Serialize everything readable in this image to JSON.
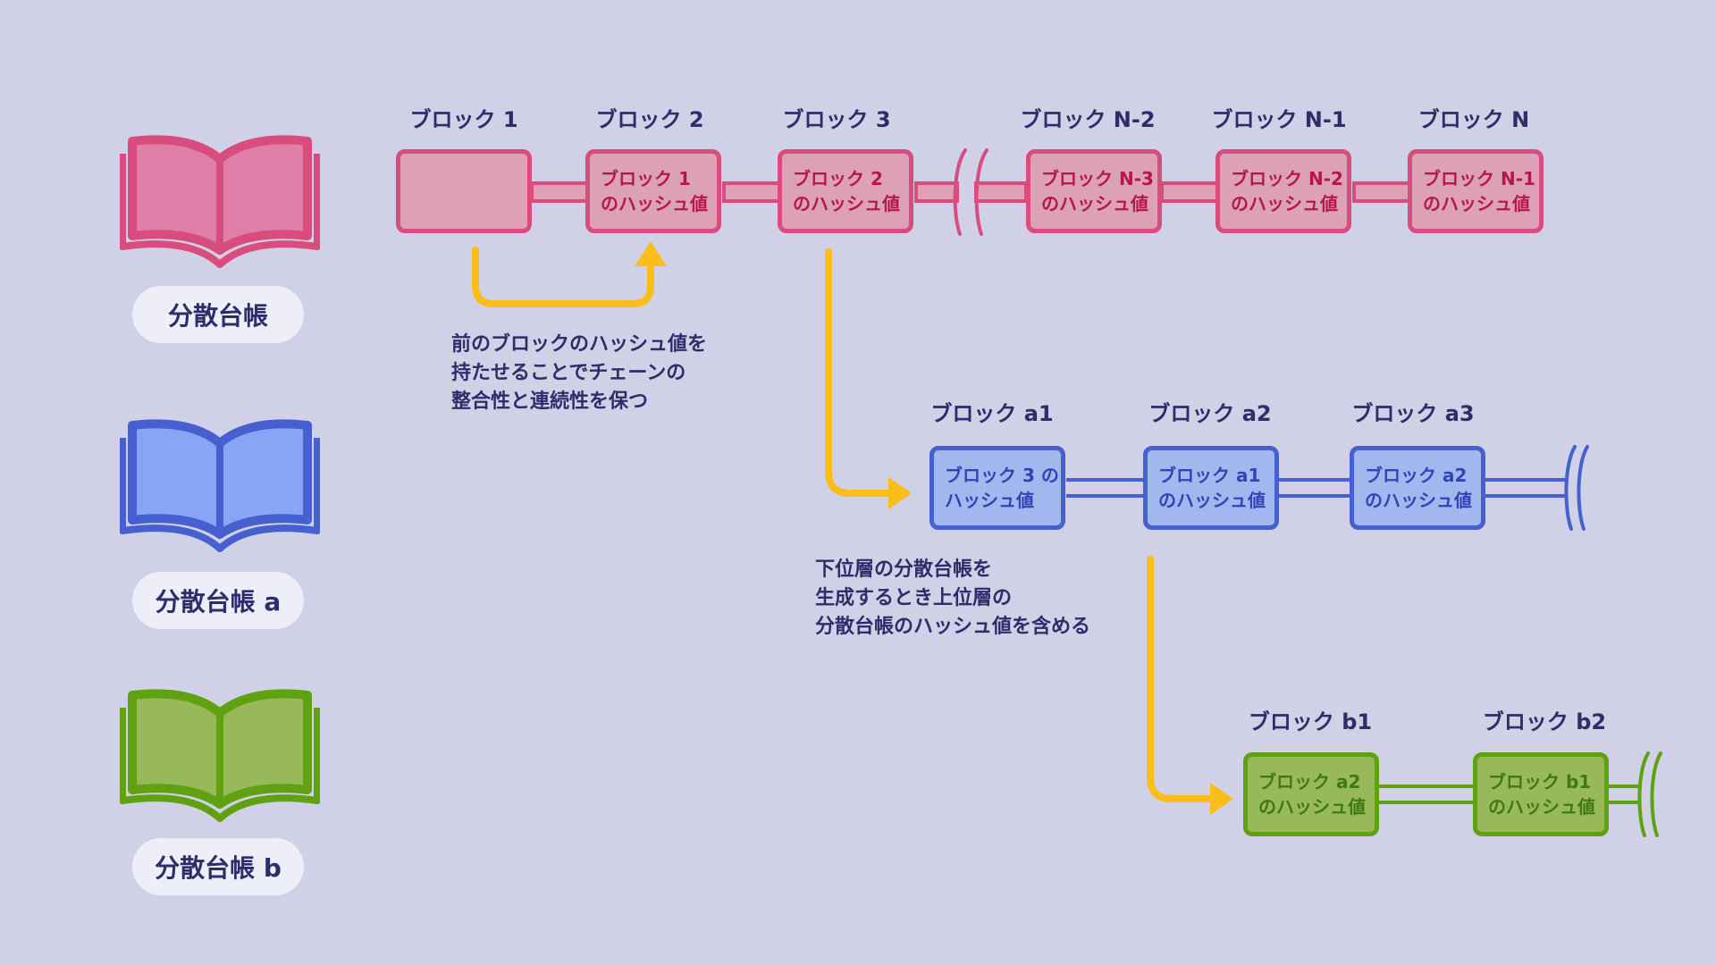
{
  "colors": {
    "background": "#d0d0e7",
    "main_ledger": "#d94d7e",
    "ledger_a": "#4660cf",
    "ledger_b": "#5fa110",
    "arrow": "#fbbd1a",
    "text": "#2e2d6b"
  },
  "ledgers": {
    "main": {
      "name": "分散台帳",
      "icon": "open-book-icon"
    },
    "a": {
      "name": "分散台帳 a",
      "icon": "open-book-icon"
    },
    "b": {
      "name": "分散台帳 b",
      "icon": "open-book-icon"
    }
  },
  "main_chain": {
    "blocks": [
      {
        "label": "ブロック 1",
        "line1": "",
        "line2": ""
      },
      {
        "label": "ブロック 2",
        "line1": "ブロック 1",
        "line2": "のハッシュ値"
      },
      {
        "label": "ブロック 3",
        "line1": "ブロック 2",
        "line2": "のハッシュ値"
      },
      {
        "label": "ブロック N-2",
        "line1": "ブロック N-3",
        "line2": "のハッシュ値"
      },
      {
        "label": "ブロック N-1",
        "line1": "ブロック N-2",
        "line2": "のハッシュ値"
      },
      {
        "label": "ブロック N",
        "line1": "ブロック N-1",
        "line2": "のハッシュ値"
      }
    ]
  },
  "chain_a": {
    "blocks": [
      {
        "label": "ブロック a1",
        "line1": "ブロック 3 の",
        "line2": "ハッシュ値"
      },
      {
        "label": "ブロック a2",
        "line1": "ブロック a1",
        "line2": "のハッシュ値"
      },
      {
        "label": "ブロック a3",
        "line1": "ブロック a2",
        "line2": "のハッシュ値"
      }
    ]
  },
  "chain_b": {
    "blocks": [
      {
        "label": "ブロック b1",
        "line1": "ブロック a2",
        "line2": "のハッシュ値"
      },
      {
        "label": "ブロック b2",
        "line1": "ブロック b1",
        "line2": "のハッシュ値"
      }
    ]
  },
  "notes": {
    "hash_link": [
      "前のブロックのハッシュ値を",
      "持たせることでチェーンの",
      "整合性と連続性を保つ"
    ],
    "layering": [
      "下位層の分散台帳を",
      "生成するとき上位層の",
      "分散台帳のハッシュ値を含める"
    ]
  }
}
